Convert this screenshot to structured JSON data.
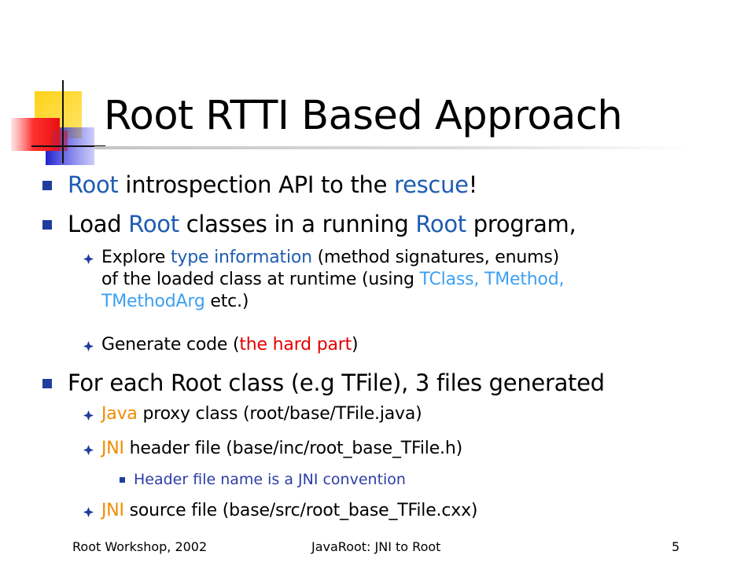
{
  "slide": {
    "title": "Root RTTI Based Approach",
    "colors": {
      "highlight_blue": "#1e5cb3",
      "highlight_light_blue": "#3ea0f0",
      "highlight_red": "#e60000",
      "highlight_orange": "#f08c00",
      "bullet_blue": "#1e3d9e"
    },
    "bullets": [
      {
        "seg": [
          "Root",
          " introspection API to the ",
          "rescue",
          "!"
        ]
      },
      {
        "seg": [
          "Load ",
          "Root",
          " classes in a running ",
          "Root",
          " program,"
        ]
      },
      {
        "lines": [
          [
            "Explore ",
            "type information",
            " (method signatures, enums)"
          ],
          [
            "of the loaded class at runtime (using ",
            "TClass, TMethod,"
          ],
          [
            "TMethodArg",
            " etc.)"
          ]
        ]
      },
      {
        "seg": [
          "Generate code (",
          "the hard part",
          ")"
        ]
      },
      {
        "seg": [
          "For each Root class (e.g TFile), 3 files generated"
        ]
      },
      {
        "seg": [
          "Java",
          " proxy class (root/base/TFile.java)"
        ]
      },
      {
        "seg": [
          "JNI",
          " header file (base/inc/root_base_TFile.h)"
        ]
      },
      {
        "seg": [
          "Header file name is a JNI convention"
        ]
      },
      {
        "seg": [
          "JNI",
          " source file (base/src/root_base_TFile.cxx)"
        ]
      }
    ]
  },
  "footer": {
    "left": "Root Workshop, 2002",
    "center": "JavaRoot: JNI to Root",
    "page": "5"
  }
}
